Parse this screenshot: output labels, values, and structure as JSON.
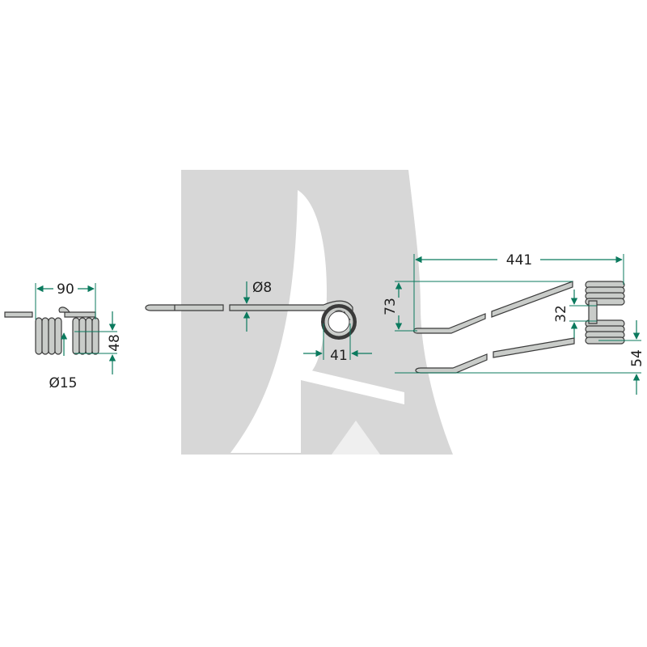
{
  "colors": {
    "dimension": "#0b7a5e",
    "watermark_bg": "#d7d7d7",
    "part_fill": "#c9ccc9",
    "part_outline": "#3a3a3a",
    "text": "#1e1e1e"
  },
  "watermark": {
    "icon": "brand-logo-watermark"
  },
  "views": {
    "side": {
      "dims": {
        "width": "90",
        "height": "48",
        "diameter": "Ø15"
      }
    },
    "front": {
      "dims": {
        "wire_diameter": "Ø8",
        "coil_width": "41"
      }
    },
    "top": {
      "dims": {
        "length": "441",
        "spread": "73",
        "inner": "32",
        "offset": "54"
      }
    }
  }
}
